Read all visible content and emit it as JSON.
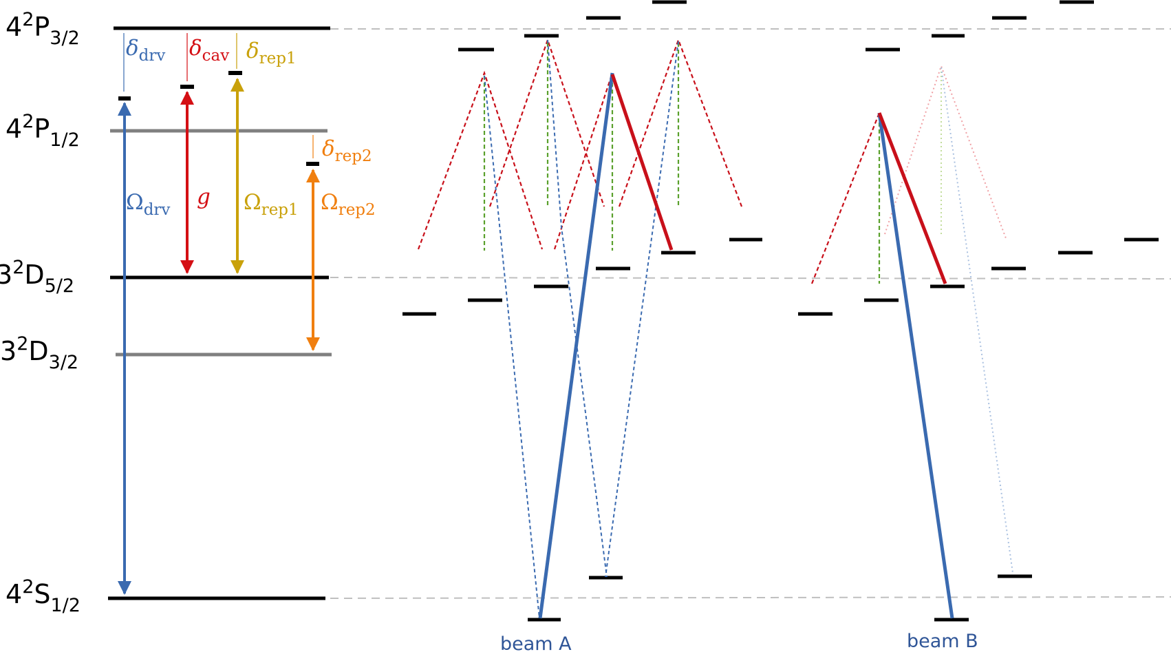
{
  "levels": [
    {
      "id": "p32",
      "base": "4",
      "sup": "2",
      "letter": "P",
      "sub": "3/2"
    },
    {
      "id": "p12",
      "base": "4",
      "sup": "2",
      "letter": "P",
      "sub": "1/2"
    },
    {
      "id": "d52",
      "base": "3",
      "sup": "2",
      "letter": "D",
      "sub": "5/2"
    },
    {
      "id": "d32",
      "base": "3",
      "sup": "2",
      "letter": "D",
      "sub": "3/2"
    },
    {
      "id": "s12",
      "base": "4",
      "sup": "2",
      "letter": "S",
      "sub": "1/2"
    }
  ],
  "transitions": [
    {
      "id": "drv",
      "omega": "Ω",
      "omega_sub": "drv",
      "delta": "δ",
      "delta_sub": "drv",
      "color": "#3a6ab0"
    },
    {
      "id": "cav",
      "omega": "g",
      "omega_sub": "",
      "delta": "δ",
      "delta_sub": "cav",
      "color": "#d40f14"
    },
    {
      "id": "rep1",
      "omega": "Ω",
      "omega_sub": "rep1",
      "delta": "δ",
      "delta_sub": "rep1",
      "color": "#c9a10a"
    },
    {
      "id": "rep2",
      "omega": "Ω",
      "omega_sub": "rep2",
      "delta": "δ",
      "delta_sub": "rep2",
      "color": "#f07f0f"
    }
  ],
  "beams": {
    "a": "beam A",
    "b": "beam B"
  },
  "colors": {
    "level": "#000000",
    "level_gray": "#808080",
    "dashed_guide": "#bfbfbf",
    "raman_blue": "#3a6ab0",
    "cavity_red": "#c8101a",
    "decay_green": "#5aa02c"
  }
}
